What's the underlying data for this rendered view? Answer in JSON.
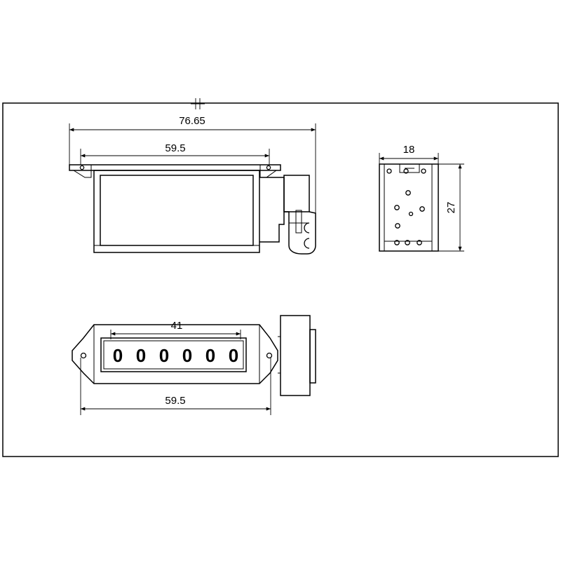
{
  "front_view": {
    "overall_width_label": "76.65",
    "body_width_label": "59.5"
  },
  "side_view": {
    "depth_label": "18",
    "height_label": "27"
  },
  "top_view": {
    "window_width_label": "41",
    "mount_width_label": "59.5",
    "counter_digits": [
      "0",
      "0",
      "0",
      "0",
      "0",
      "0"
    ]
  }
}
